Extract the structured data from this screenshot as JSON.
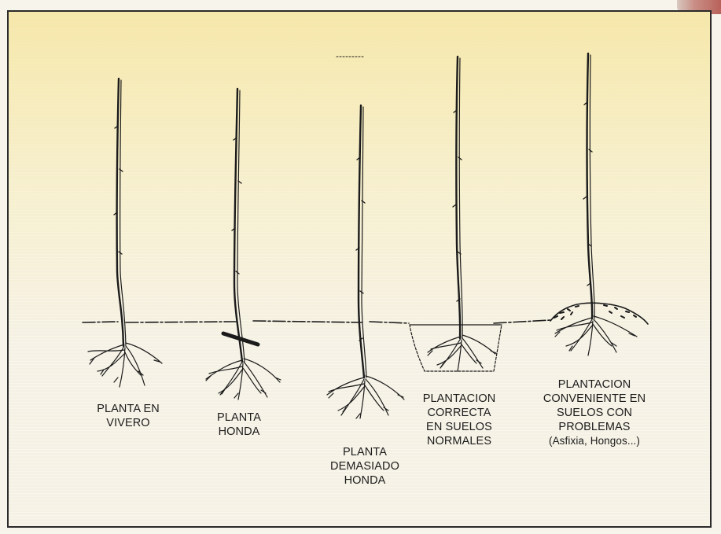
{
  "labels": [
    {
      "lines": [
        "PLANTA EN",
        "VIVERO"
      ]
    },
    {
      "lines": [
        "PLANTA",
        "HONDA"
      ]
    },
    {
      "lines": [
        "PLANTA",
        "DEMASIADO",
        "HONDA"
      ]
    },
    {
      "lines": [
        "PLANTACION",
        "CORRECTA",
        "EN SUELOS",
        "NORMALES"
      ]
    },
    {
      "lines": [
        "PLANTACION",
        "CONVENIENTE EN",
        "SUELOS CON",
        "PROBLEMAS",
        "(Asfixia, Hongos...)"
      ]
    }
  ],
  "colors": {
    "ink": "#1b1b1b",
    "background_top": "#f6e6a0",
    "background_bottom": "#f5f1e4"
  }
}
